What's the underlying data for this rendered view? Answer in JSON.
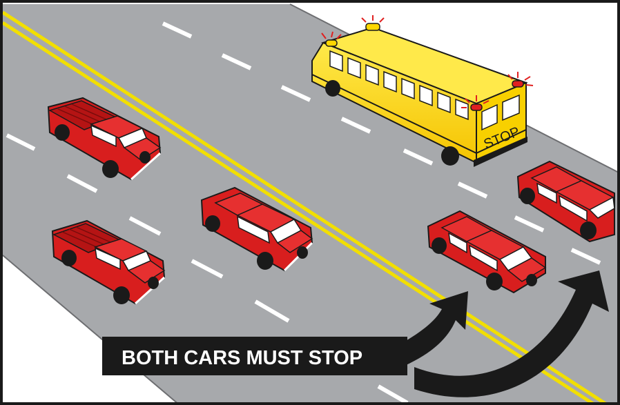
{
  "caption": "BOTH CARS MUST STOP",
  "bus_sign": "STOP",
  "colors": {
    "road": "#a7a9ac",
    "center_line": "#f2df00",
    "bus": "#ffd700",
    "car": "#d81e1e",
    "caption_bg": "#1a1a1a",
    "caption_text": "#ffffff",
    "arrow": "#1a1a1a",
    "flasher": "#e02020"
  },
  "vehicles": [
    {
      "kind": "school-bus",
      "direction": "away"
    },
    {
      "kind": "pickup-truck",
      "direction": "toward"
    },
    {
      "kind": "pickup-truck",
      "direction": "toward"
    },
    {
      "kind": "sedan",
      "direction": "toward"
    },
    {
      "kind": "sedan",
      "direction": "away"
    },
    {
      "kind": "sedan",
      "direction": "away"
    }
  ],
  "icons": [
    "arrow-up-right-icon",
    "arrow-curved-right-icon"
  ]
}
